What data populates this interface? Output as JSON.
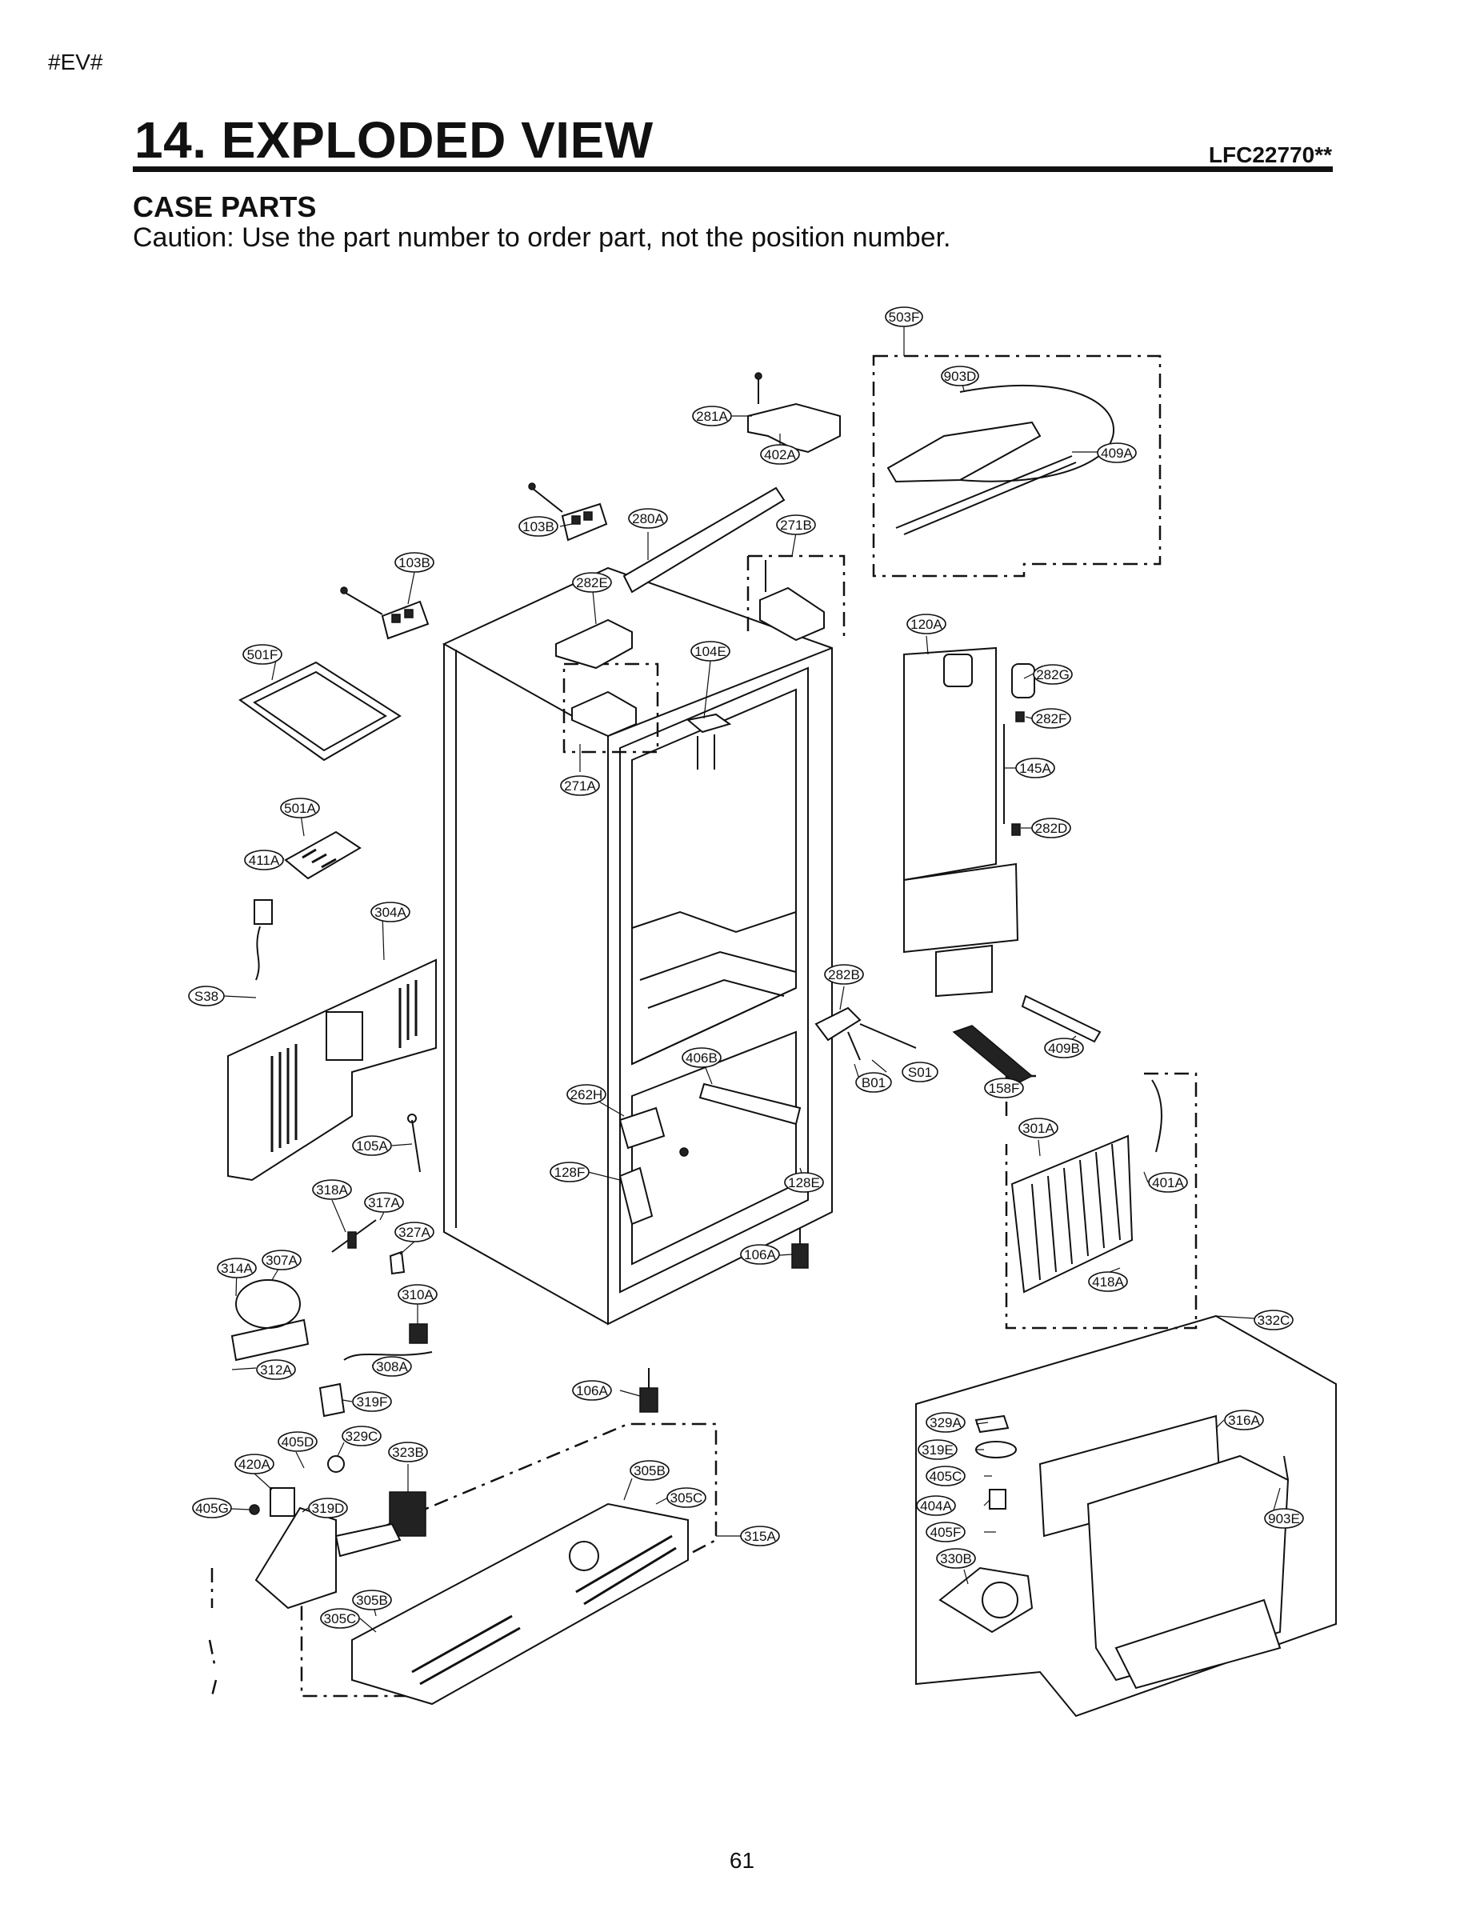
{
  "header": {
    "tag": "#EV#",
    "title": "14. EXPLODED VIEW",
    "model": "LFC22770**",
    "section": "CASE PARTS",
    "caution": "Caution: Use the part number to order part, not the position number."
  },
  "callouts": {
    "c503F": "503F",
    "c903D": "903D",
    "c409A_top": "409A",
    "c281A": "281A",
    "c402A": "402A",
    "c280A": "280A",
    "c103B_top": "103B",
    "c271B": "271B",
    "c103B_left": "103B",
    "c282E": "282E",
    "c104E": "104E",
    "c120A": "120A",
    "c282G": "282G",
    "c282F": "282F",
    "c501F": "501F",
    "c271A": "271A",
    "c145A": "145A",
    "c282D": "282D",
    "c501A": "501A",
    "c411A": "411A",
    "c304A": "304A",
    "c282B": "282B",
    "cS38": "S38",
    "c409B": "409B",
    "c406B": "406B",
    "cS01": "S01",
    "cB01": "B01",
    "c158F": "158F",
    "c262H": "262H",
    "c301A": "301A",
    "c105A": "105A",
    "c401A": "401A",
    "c128F": "128F",
    "c128E": "128E",
    "c318A": "318A",
    "c317A": "317A",
    "c327A": "327A",
    "c106A_mid": "106A",
    "c418A": "418A",
    "c314A": "314A",
    "c307A": "307A",
    "c310A": "310A",
    "c332C": "332C",
    "c312A": "312A",
    "c308A": "308A",
    "c106A_low": "106A",
    "c319F": "319F",
    "c329A": "329A",
    "c316A": "316A",
    "c329C": "329C",
    "c405D": "405D",
    "c323B": "323B",
    "c319E": "319E",
    "c420A": "420A",
    "c305B_right": "305B",
    "c405C": "405C",
    "c305C_right": "305C",
    "c405G": "405G",
    "c319D": "319D",
    "c404A": "404A",
    "c903E": "903E",
    "c315A": "315A",
    "c405F": "405F",
    "c330B": "330B",
    "c305B_left": "305B",
    "c305C_left": "305C"
  },
  "page_number": "61"
}
